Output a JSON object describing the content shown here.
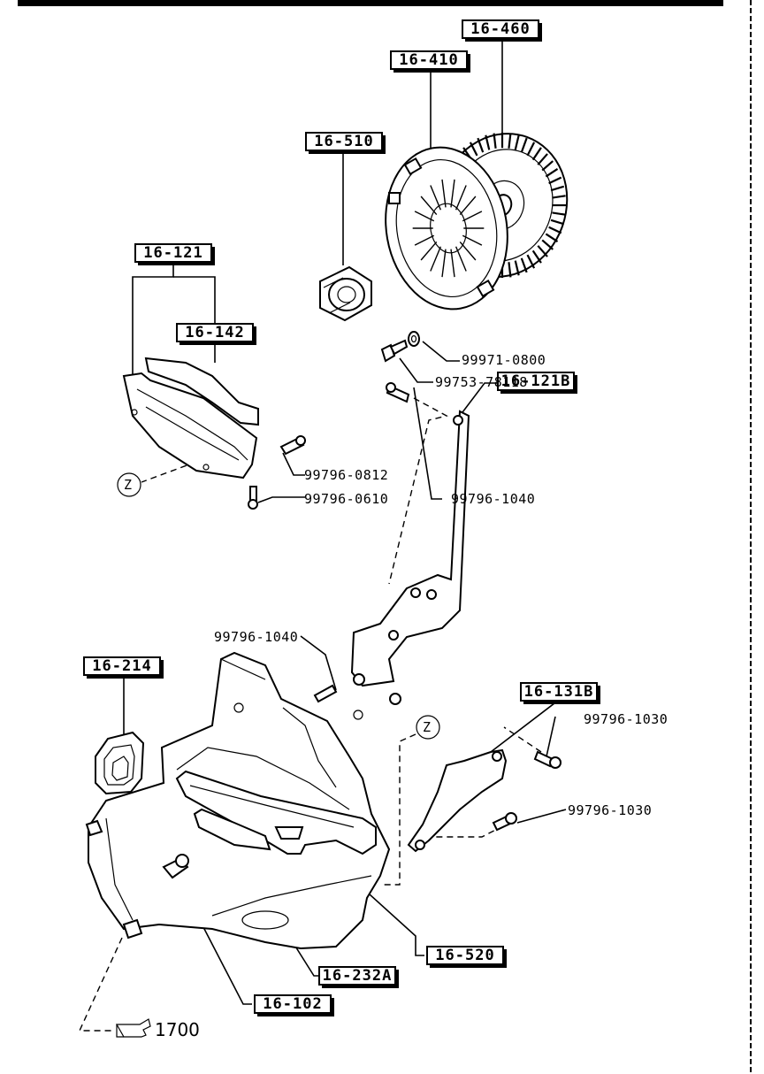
{
  "boxed_labels": {
    "p16_460": "16-460",
    "p16_410": "16-410",
    "p16_510": "16-510",
    "p16_121": "16-121",
    "p16_142": "16-142",
    "p16_121B": "16-121B",
    "p16_214": "16-214",
    "p16_131B": "16-131B",
    "p16_520": "16-520",
    "p16_232A": "16-232A",
    "p16_102": "16-102"
  },
  "callouts": {
    "c99971_0800": "99971-0800",
    "c99753_78118": "99753-78118",
    "c99796_0812": "99796-0812",
    "c99796_0610": "99796-0610",
    "c99796_1040_top": "99796-1040",
    "c99796_1040_mid": "99796-1040",
    "c99796_1030_a": "99796-1030",
    "c99796_1030_b": "99796-1030"
  },
  "markers": {
    "z_left": "Z",
    "z_right": "Z"
  },
  "reference": {
    "page_ref": "1700"
  }
}
